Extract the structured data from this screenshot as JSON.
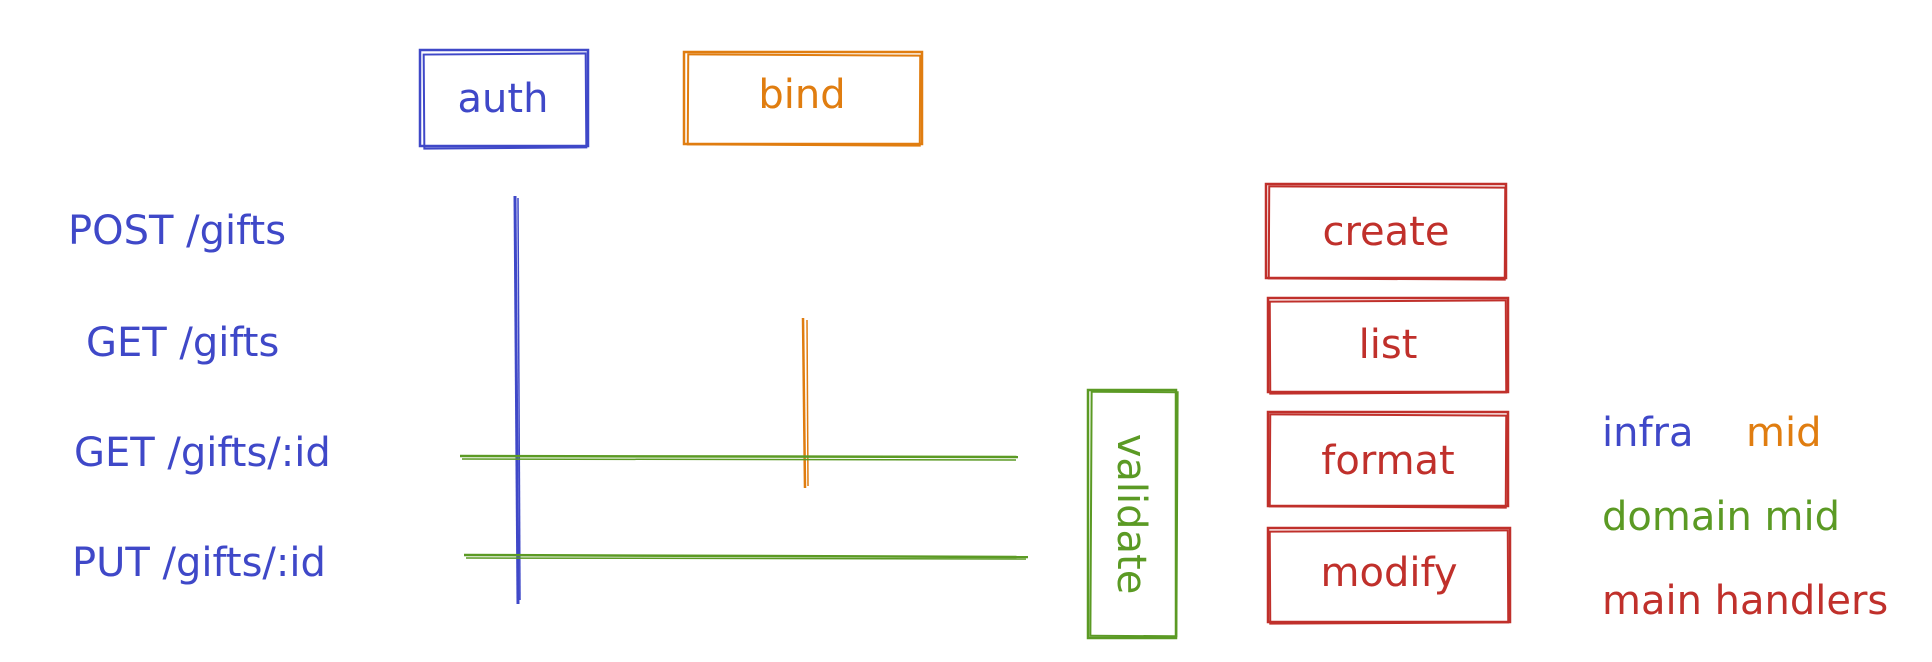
{
  "colors": {
    "infra": "#3f48c8",
    "mid": "#e07d10",
    "domain": "#5b9a24",
    "handlers": "#c0302b"
  },
  "routes": [
    "POST /gifts",
    "GET /gifts",
    "GET /gifts/:id",
    "PUT /gifts/:id"
  ],
  "middleware": {
    "auth": "auth",
    "bind": "bind",
    "validate": "validate"
  },
  "handlers": [
    "create",
    "list",
    "format",
    "modify"
  ],
  "legend": {
    "infra": "infra",
    "mid": "mid",
    "domain_mid": "domain mid",
    "main_handlers": "main handlers"
  }
}
